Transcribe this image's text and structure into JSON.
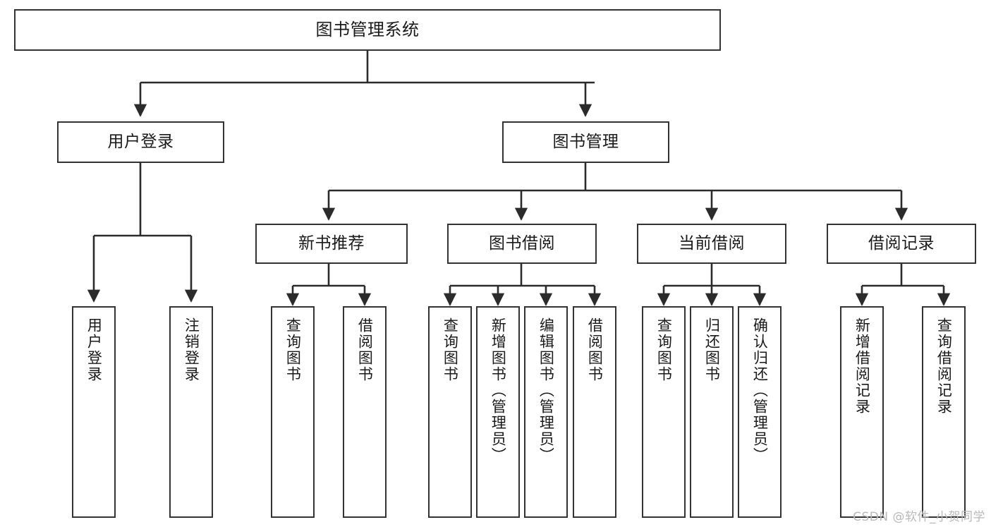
{
  "diagram": {
    "title": "图书管理系统",
    "type": "tree",
    "background_color": "#ffffff",
    "node_border_color": "#333333",
    "node_fill_color": "#ffffff",
    "edge_color": "#2b2b2b",
    "watermark": "CSDN @软件_小贺同学",
    "watermark_color": "#b9b9b9"
  },
  "nodes": {
    "root": {
      "label": "图书管理系统"
    },
    "level2": [
      {
        "label": "用户登录"
      },
      {
        "label": "图书管理"
      }
    ],
    "level3": [
      {
        "label": "新书推荐"
      },
      {
        "label": "图书借阅"
      },
      {
        "label": "当前借阅"
      },
      {
        "label": "借阅记录"
      }
    ],
    "leaves": {
      "user_login": [
        {
          "label": "用户登录"
        },
        {
          "label": "注销登录"
        }
      ],
      "new_book_recommend": [
        {
          "label": "查询图书"
        },
        {
          "label": "借阅图书"
        }
      ],
      "book_borrow": [
        {
          "label": "查询图书"
        },
        {
          "label": "新增图书（管理员）"
        },
        {
          "label": "编辑图书（管理员）"
        },
        {
          "label": "借阅图书"
        }
      ],
      "current_borrow": [
        {
          "label": "查询图书"
        },
        {
          "label": "归还图书"
        },
        {
          "label": "确认归还（管理员）"
        }
      ],
      "borrow_record": [
        {
          "label": "新增借阅记录"
        },
        {
          "label": "查询借阅记录"
        }
      ]
    }
  }
}
